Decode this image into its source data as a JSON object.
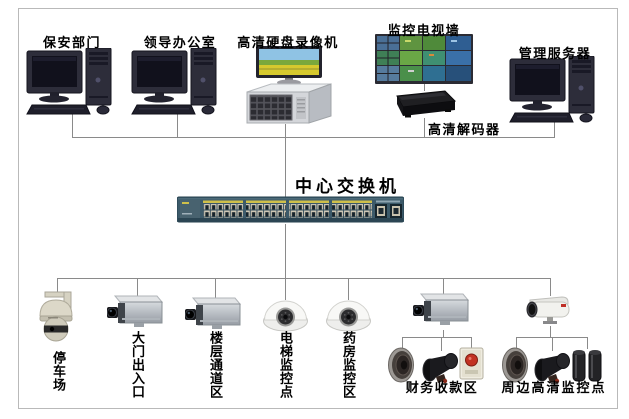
{
  "diagram": {
    "type": "video-surveillance-network-topology",
    "center_switch": {
      "id": "center-switch",
      "label": "中心交换机",
      "device": "48-port-ethernet-switch"
    },
    "top_devices": [
      {
        "id": "security-dept",
        "label": "保安部门",
        "device": "desktop-workstation"
      },
      {
        "id": "leader-office",
        "label": "领导办公室",
        "device": "desktop-workstation"
      },
      {
        "id": "hd-dvr",
        "label": "高清硬盘录像机",
        "device": "hd-dvr-with-monitor"
      },
      {
        "id": "tv-wall",
        "label": "监控电视墙",
        "device": "monitor-wall"
      },
      {
        "id": "hd-decoder",
        "label": "高清解码器",
        "device": "decoder-box"
      },
      {
        "id": "mgmt-server",
        "label": "管理服务器",
        "device": "desktop-workstation"
      }
    ],
    "bottom_devices": [
      {
        "id": "parking",
        "label": "停车场",
        "device": "ptz-dome-camera",
        "label_orientation": "vertical"
      },
      {
        "id": "gate",
        "label": "大门出入口",
        "device": "box-camera",
        "label_orientation": "vertical"
      },
      {
        "id": "corridor",
        "label": "楼层通道区",
        "device": "box-camera",
        "label_orientation": "vertical"
      },
      {
        "id": "elevator",
        "label": "电梯监控点",
        "device": "dome-camera",
        "label_orientation": "vertical"
      },
      {
        "id": "pharmacy",
        "label": "药房监控区",
        "device": "dome-camera",
        "label_orientation": "vertical"
      },
      {
        "id": "finance",
        "label": "财务收款区",
        "device": "box-camera",
        "label_orientation": "horizontal",
        "peripherals": [
          "speaker-icon",
          "siren-icon",
          "alarm-button-icon"
        ]
      },
      {
        "id": "perimeter",
        "label": "周边高清监控点",
        "device": "bullet-camera",
        "label_orientation": "horizontal",
        "peripherals": [
          "speaker-icon",
          "siren-icon",
          "ir-detector-icon"
        ]
      }
    ],
    "colors": {
      "line": "#8a8a8a",
      "frame": "#b9b9b9",
      "switch_body": "#3c5a6a",
      "switch_port_strip": "#cfc04a",
      "label_text": "#000000"
    }
  }
}
